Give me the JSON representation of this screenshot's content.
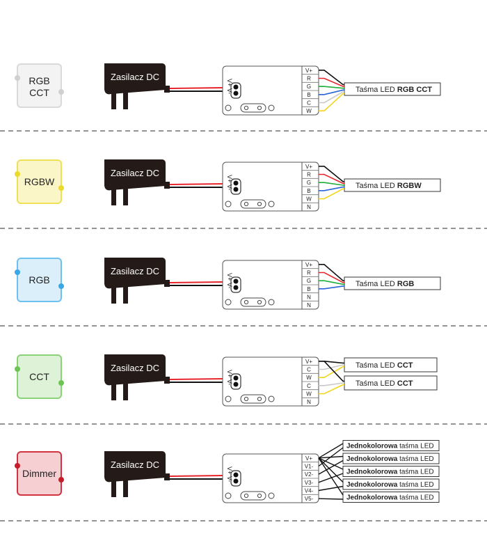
{
  "power_supply_label": "Zasilacz DC",
  "controller_input_label": "V+ V-",
  "strip_prefix": "Taśma LED",
  "colors": {
    "red": "#e8242b",
    "green": "#1fae3a",
    "blue": "#2a62d8",
    "white_wire": "#c8c8c8",
    "yellow": "#f2d51c",
    "black": "#111111",
    "adapter": "#241a17",
    "dash": "#555555"
  },
  "sections": [
    {
      "badge": {
        "lines": [
          "RGB",
          "CCT"
        ],
        "fill": "#f3f3f3",
        "stroke": "#d9d9d9",
        "dot": "#d0d0d0"
      },
      "terminals": [
        "V+",
        "R",
        "G",
        "B",
        "C",
        "W"
      ],
      "wires": [
        "black",
        "red",
        "green",
        "blue",
        "white_wire",
        "yellow"
      ],
      "strips": [
        {
          "suffix": "RGB CCT",
          "to": [
            0,
            1,
            2,
            3,
            4,
            5
          ]
        }
      ]
    },
    {
      "badge": {
        "lines": [
          "RGBW"
        ],
        "fill": "#fbf6c8",
        "stroke": "#efe05a",
        "dot": "#ecd92a"
      },
      "terminals": [
        "V+",
        "R",
        "G",
        "B",
        "W",
        "N"
      ],
      "wires": [
        "black",
        "red",
        "green",
        "blue",
        "yellow"
      ],
      "strips": [
        {
          "suffix": "RGBW",
          "to": [
            0,
            1,
            2,
            3,
            4
          ]
        }
      ]
    },
    {
      "badge": {
        "lines": [
          "RGB"
        ],
        "fill": "#dbeffb",
        "stroke": "#6ec1ee",
        "dot": "#3aa8e4"
      },
      "terminals": [
        "V+",
        "R",
        "G",
        "B",
        "N",
        "N"
      ],
      "wires": [
        "black",
        "red",
        "green",
        "blue"
      ],
      "strips": [
        {
          "suffix": "RGB",
          "to": [
            0,
            1,
            2,
            3
          ]
        }
      ]
    },
    {
      "badge": {
        "lines": [
          "CCT"
        ],
        "fill": "#def2d7",
        "stroke": "#8ad277",
        "dot": "#6cc455"
      },
      "terminals": [
        "V+",
        "C",
        "W",
        "C",
        "W",
        "N"
      ],
      "wires": [
        "black",
        "white_wire",
        "yellow",
        "white_wire",
        "yellow"
      ],
      "strips": [
        {
          "suffix": "CCT",
          "to": [
            0,
            1,
            2
          ]
        },
        {
          "suffix": "CCT",
          "to": [
            0,
            3,
            4
          ]
        }
      ]
    },
    {
      "badge": {
        "lines": [
          "Dimmer"
        ],
        "fill": "#f6cfd3",
        "stroke": "#cf3440",
        "dot": "#c61c2a"
      },
      "terminals": [
        "V+",
        "V1-",
        "V2-",
        "V3-",
        "V4-",
        "V5-"
      ],
      "wires": [
        "black"
      ],
      "dimmer": {
        "bold": "Jednokolorowa",
        "rest": "taśma LED",
        "count": 5
      }
    }
  ]
}
